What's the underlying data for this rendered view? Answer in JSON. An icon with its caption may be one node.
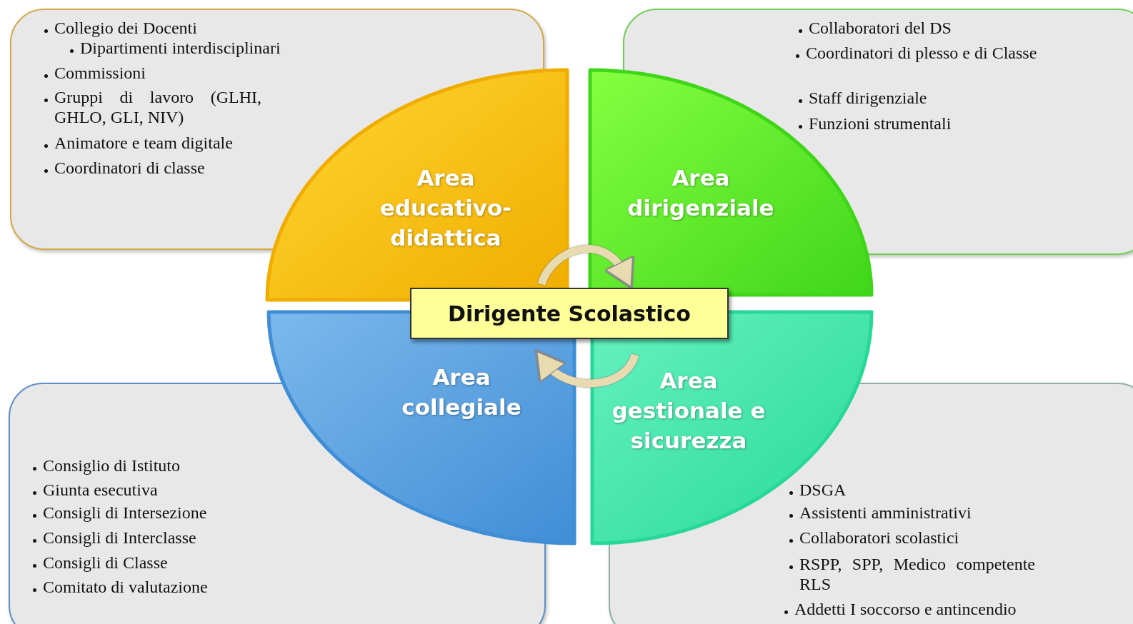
{
  "diagram": {
    "nodes": [
      {
        "text": [
          "Collegio dei Docenti",
          "Dipartimenti interdisciplinari",
          "Commissioni",
          "Gruppi di lavoro (GLHI, GHLO, GLI, NIV)",
          "Animatore e team digitale",
          "Coordinatori di classe"
        ]
      },
      {
        "text": [
          "Collaboratori del DS",
          "Coordinatori di plesso e di Classe",
          "Staff dirigenziale",
          "Funzioni strumentali"
        ]
      },
      {
        "text": [
          "Area educativo-didattica"
        ]
      },
      {
        "text": [
          "Area dirigenziale"
        ]
      },
      {
        "text": [
          "Dirigente Scolastico"
        ]
      },
      {
        "text": [
          "Area collegiale"
        ]
      },
      {
        "text": [
          "Area gestionale e sicurezza"
        ]
      },
      {
        "text": [
          "Consiglio di Istituto",
          "Giunta esecutiva",
          "Consigli di Intersezione",
          "Consigli di Interclasse",
          "Consigli di Classe",
          "Comitato di valutazione"
        ]
      },
      {
        "text": [
          "DSGA",
          "Assistenti amministrativi",
          "Collaboratori scolastici",
          "RSPP, SPP, Medico competente RLS",
          "Addetti I soccorso e antincendio"
        ]
      }
    ],
    "edges": [
      {
        "from": 2,
        "to": 3,
        "arrow": "to"
      },
      {
        "from": 6,
        "to": 5,
        "arrow": "to"
      }
    ]
  }
}
